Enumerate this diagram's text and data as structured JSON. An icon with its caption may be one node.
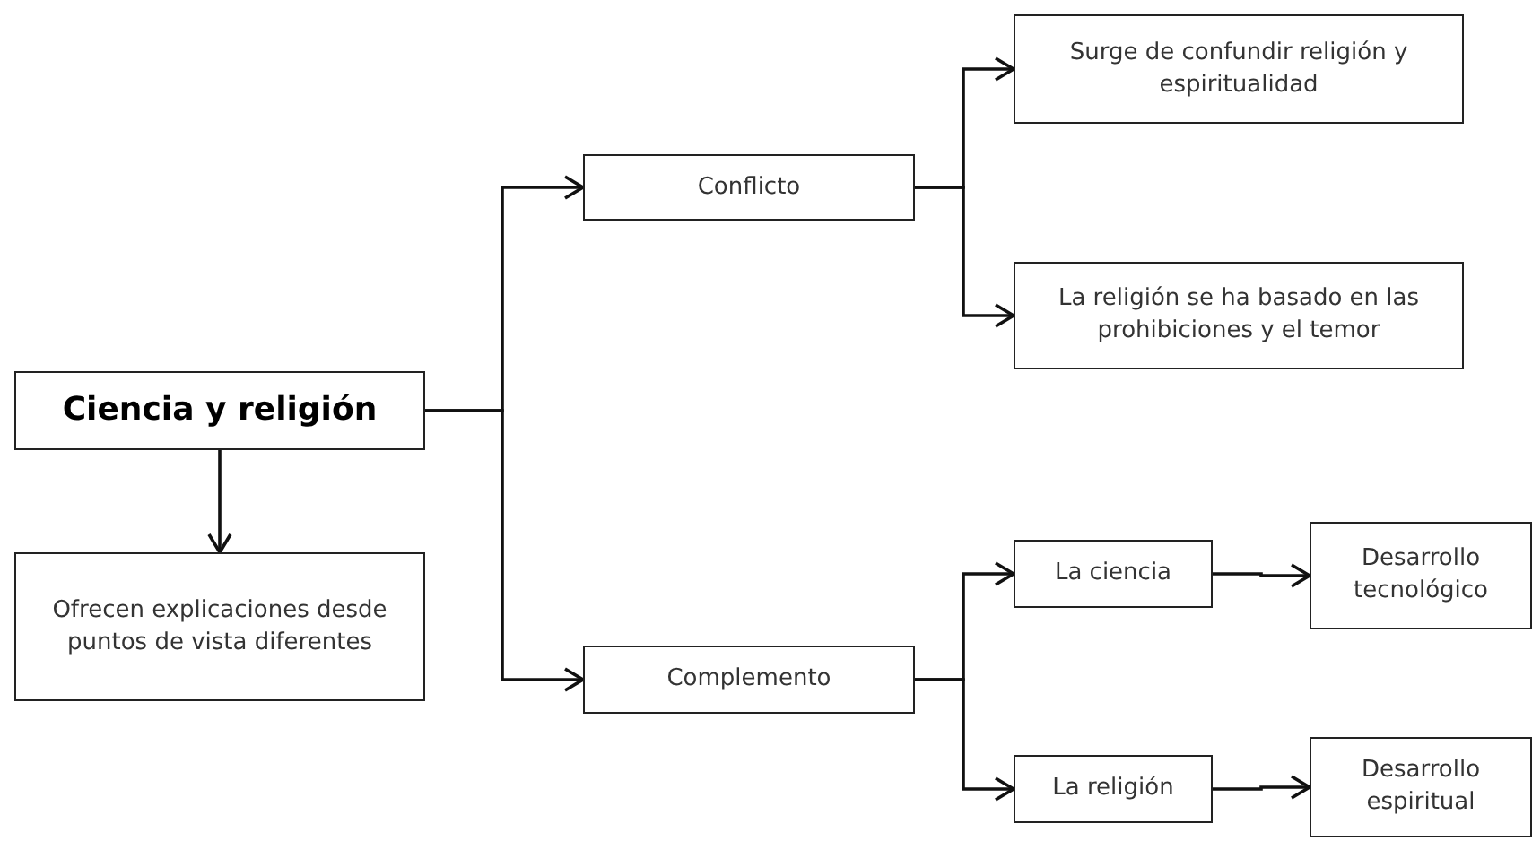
{
  "diagram": {
    "nodes": [
      {
        "text": [
          "Ciencia y religión"
        ]
      },
      {
        "text": [
          "Ofrecen explicaciones desde puntos de vista diferentes"
        ]
      },
      {
        "text": [
          "Conflicto"
        ]
      },
      {
        "text": [
          "Complemento"
        ]
      },
      {
        "text": [
          "Surge de confundir religión y espiritualidad"
        ]
      },
      {
        "text": [
          "La religión se ha basado en las prohibiciones y el temor"
        ]
      },
      {
        "text": [
          "La ciencia"
        ]
      },
      {
        "text": [
          "La religión"
        ]
      },
      {
        "text": [
          "Desarrollo tecnológico"
        ]
      },
      {
        "text": [
          "Desarrollo espiritual"
        ]
      }
    ],
    "edges": [
      {
        "from": 0,
        "to": 1,
        "arrow": "to"
      },
      {
        "from": 0,
        "to": 2,
        "arrow": "to"
      },
      {
        "from": 0,
        "to": 3,
        "arrow": "to"
      },
      {
        "from": 2,
        "to": 4,
        "arrow": "to"
      },
      {
        "from": 2,
        "to": 5,
        "arrow": "to"
      },
      {
        "from": 3,
        "to": 6,
        "arrow": "to"
      },
      {
        "from": 3,
        "to": 7,
        "arrow": "to"
      },
      {
        "from": 6,
        "to": 8,
        "arrow": "to"
      },
      {
        "from": 7,
        "to": 9,
        "arrow": "to"
      }
    ]
  }
}
